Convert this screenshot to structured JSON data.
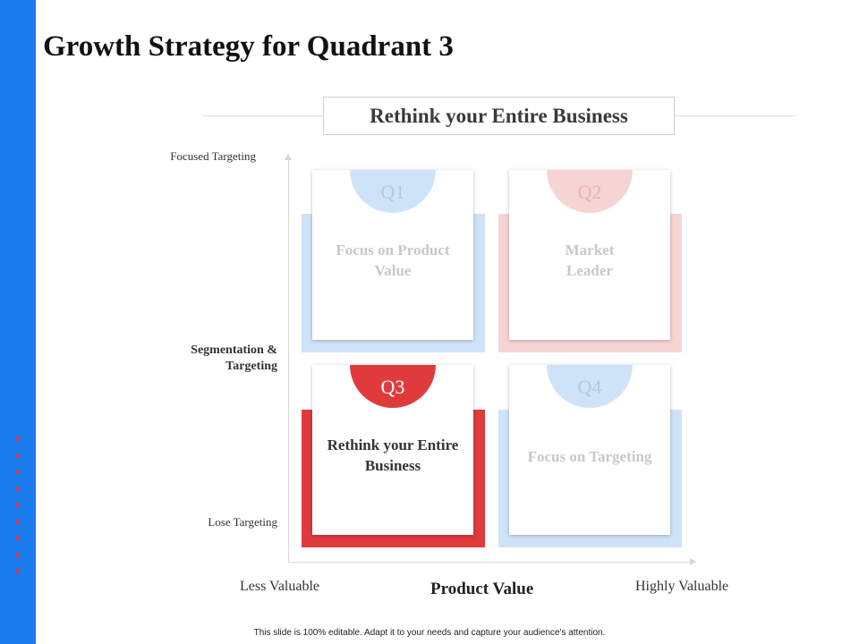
{
  "slide": {
    "title": "Growth Strategy for Quadrant 3",
    "banner": "Rethink your Entire Business",
    "footer": "This slide is 100% editable. Adapt it to your needs and capture your audience's attention."
  },
  "axes": {
    "y_top": "Focused Targeting",
    "y_mid": "Segmentation & Targeting",
    "y_bottom": "Lose Targeting",
    "x_left": "Less Valuable",
    "x_mid": "Product Value",
    "x_right": "Highly Valuable"
  },
  "quadrants": [
    {
      "id": "Q1",
      "text": "Focus on Product Value",
      "highlighted": false,
      "color": "#cfe3f8",
      "text_color": "#c8c8c8"
    },
    {
      "id": "Q2",
      "text": "Market Leader",
      "highlighted": false,
      "color": "#f7d4d4",
      "text_color": "#c8c8c8"
    },
    {
      "id": "Q3",
      "text": "Rethink your Entire Business",
      "highlighted": true,
      "color": "#df3b3d",
      "text_color": "#333333"
    },
    {
      "id": "Q4",
      "text": "Focus on Targeting",
      "highlighted": false,
      "color": "#cfe3f8",
      "text_color": "#c8c8c8"
    }
  ],
  "colors": {
    "sidebar": "#1b7cf0",
    "accent": "#e0344a"
  }
}
